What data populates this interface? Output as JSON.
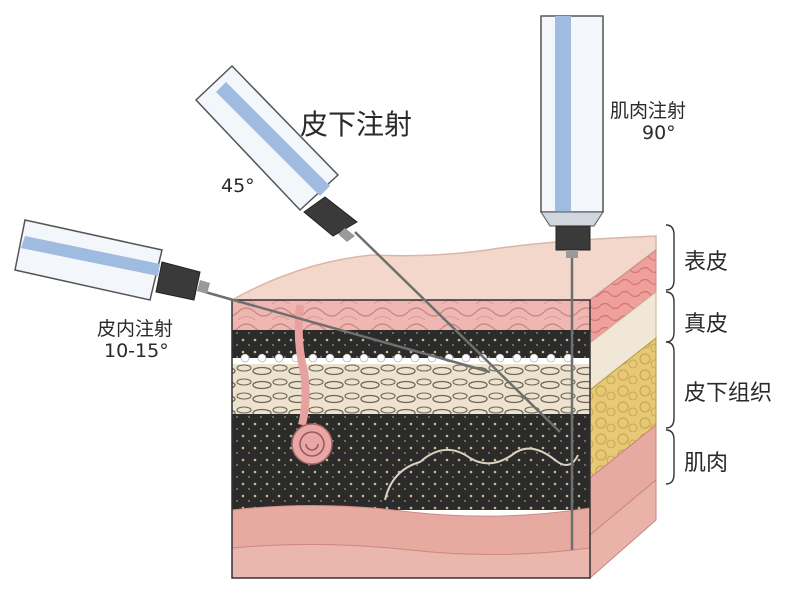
{
  "labels": {
    "subcutaneous_title": "皮下注射",
    "subcutaneous_angle": "45°",
    "intramuscular_title": "肌肉注射",
    "intramuscular_angle": "90°",
    "intradermal_title": "皮内注射",
    "intradermal_angle": "10-15°"
  },
  "layers": [
    {
      "name": "表皮"
    },
    {
      "name": "真皮"
    },
    {
      "name": "皮下组织"
    },
    {
      "name": "肌肉"
    }
  ],
  "colors": {
    "epidermis": "#f3d2c6",
    "dermis_pink": "#f0b7b3",
    "dark_tissue": "#2b2b2b",
    "subcut_beige": "#e9ddc6",
    "muscle": "#e7aaa1",
    "fat_yellow": "#e9cf80",
    "syringe_blue": "#9fbbe0",
    "needle": "#6f6f6f"
  },
  "icons": {
    "syringe": "syringe-icon",
    "needle": "needle-icon"
  }
}
